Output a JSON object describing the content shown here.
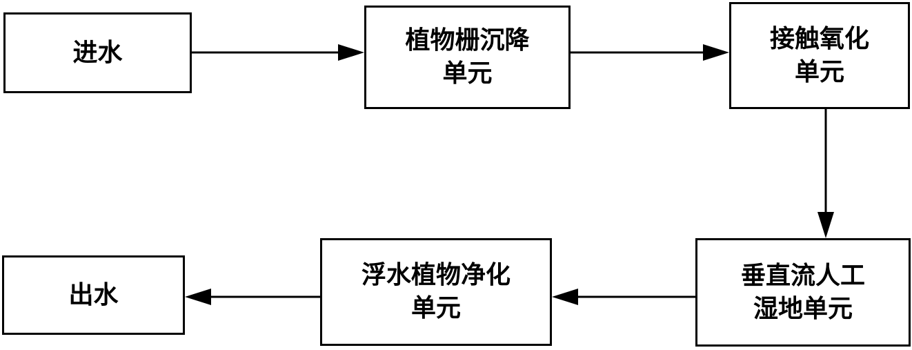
{
  "boxes": {
    "inlet": {
      "lines": [
        "进水"
      ]
    },
    "screen": {
      "lines": [
        "植物栅沉降",
        "单元"
      ]
    },
    "contact": {
      "lines": [
        "接触氧化",
        "单元"
      ]
    },
    "wetland": {
      "lines": [
        "垂直流人工",
        "湿地单元"
      ]
    },
    "floating": {
      "lines": [
        "浮水植物净化",
        "单元"
      ]
    },
    "outlet": {
      "lines": [
        "出水"
      ]
    }
  },
  "flow": [
    "inlet",
    "screen",
    "contact",
    "wetland",
    "floating",
    "outlet"
  ]
}
